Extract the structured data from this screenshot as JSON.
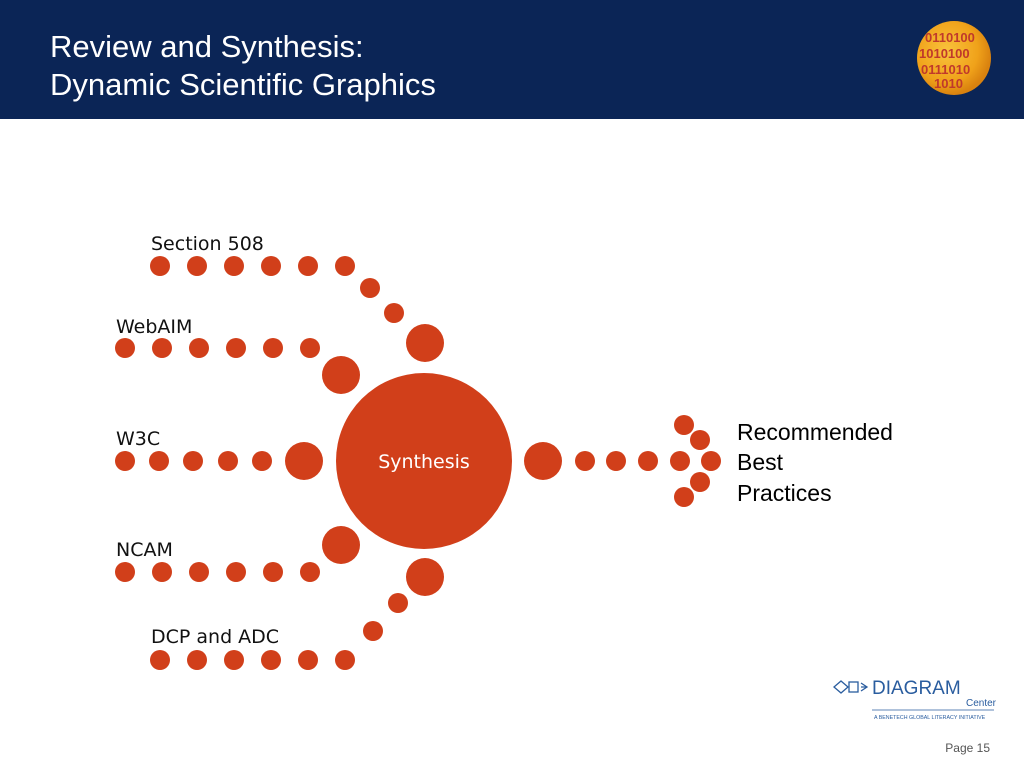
{
  "slide": {
    "title_line1": "Review and Synthesis:",
    "title_line2": "Dynamic Scientific Graphics",
    "page_label": "Page 15"
  },
  "diagram": {
    "center_label": "Synthesis",
    "inputs": [
      "Section 508",
      "WebAIM",
      "W3C",
      "NCAM",
      "DCP and ADC"
    ],
    "output_lines": [
      "Recommended",
      "Best",
      "Practices"
    ]
  },
  "branding": {
    "logo_text": "DIAGRAM",
    "logo_sub": "Center",
    "tagline": "A BENETECH GLOBAL LITERACY INITIATIVE",
    "logo_binary": [
      "0110100",
      "1010100",
      "0111010",
      "1010"
    ]
  },
  "colors": {
    "header": "#0b2556",
    "accent": "#d13f1a",
    "brand_blue": "#2a5d9f"
  }
}
